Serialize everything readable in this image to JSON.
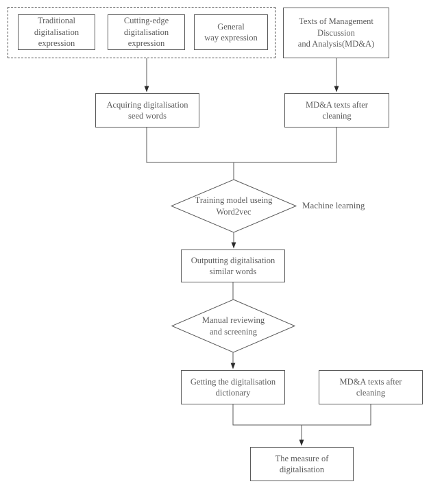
{
  "figure": {
    "type": "flowchart",
    "title": "",
    "text_color": "#5c5c5c",
    "line_color": "#5a5a5a",
    "background": "#ffffff"
  },
  "group": {
    "name": "digitalisation-expression-group",
    "style": "dashed"
  },
  "nodes": {
    "traditional": {
      "label": "Traditional\ndigitalisation\nexpression",
      "shape": "rect"
    },
    "cutting_edge": {
      "label": "Cutting-edge\ndigitalisation\nexpression",
      "shape": "rect"
    },
    "general_way": {
      "label": "General\nway expression",
      "shape": "rect"
    },
    "mdna_texts": {
      "label": "Texts of Management\nDiscussion\nand Analysis(MD&A)",
      "shape": "rect"
    },
    "seed_words": {
      "label": "Acquiring digitalisation\nseed words",
      "shape": "rect"
    },
    "mdna_clean_top": {
      "label": "MD&A texts after\ncleaning",
      "shape": "rect"
    },
    "word2vec": {
      "label": "Training model useing\nWord2vec",
      "shape": "diamond"
    },
    "similar_words": {
      "label": "Outputting digitalisation\nsimilar words",
      "shape": "rect"
    },
    "manual_review": {
      "label": "Manual reviewing\nand screening",
      "shape": "diamond"
    },
    "dictionary": {
      "label": "Getting the digitalisation\ndictionary",
      "shape": "rect"
    },
    "mdna_clean_bottom": {
      "label": "MD&A texts after\ncleaning",
      "shape": "rect"
    },
    "measure": {
      "label": "The measure of\ndigitalisation",
      "shape": "rect"
    }
  },
  "annotations": {
    "machine_learning": "Machine learning"
  }
}
